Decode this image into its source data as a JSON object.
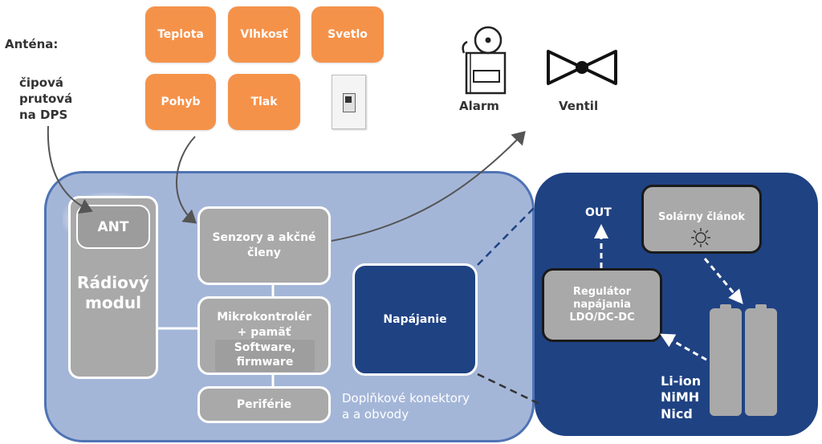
{
  "antenna": {
    "title": "Anténa:",
    "line1": "čipová",
    "line2": "prutová",
    "line3": "na DPS"
  },
  "sensors": {
    "teplota": "Teplota",
    "vlhkost": "Vlhkosť",
    "svetlo": "Svetlo",
    "pohyb": "Pohyb",
    "tlak": "Tlak"
  },
  "actuators": {
    "alarm": "Alarm",
    "ventil": "Ventil"
  },
  "blocks": {
    "ant": "ANT",
    "radio_line1": "Rádiový",
    "radio_line2": "modul",
    "sensors_line1": "Senzory a akčné",
    "sensors_line2": "členy",
    "mcu_line1": "Mikrokontrolér",
    "mcu_line2": "+ pamäť",
    "software_line1": "Software,",
    "software_line2": "firmware",
    "periphery": "Periférie",
    "power": "Napájanie",
    "extras_line1": "Doplňkové konektory",
    "extras_line2": "a a obvody"
  },
  "power_detail": {
    "out": "OUT",
    "solar": "Solárny článok",
    "regulator_line1": "Regulátor",
    "regulator_line2": "napájania",
    "regulator_line3": "LDO/DC-DC",
    "battery_line1": "Li-ion",
    "battery_line2": "NiMH",
    "battery_line3": "Nicd"
  },
  "colors": {
    "orange": "#f5924a",
    "panel_light": "#a4b6d8",
    "panel_border": "#4f73b5",
    "panel_dark": "#1f4283",
    "block_gray": "#a9a9a9"
  }
}
